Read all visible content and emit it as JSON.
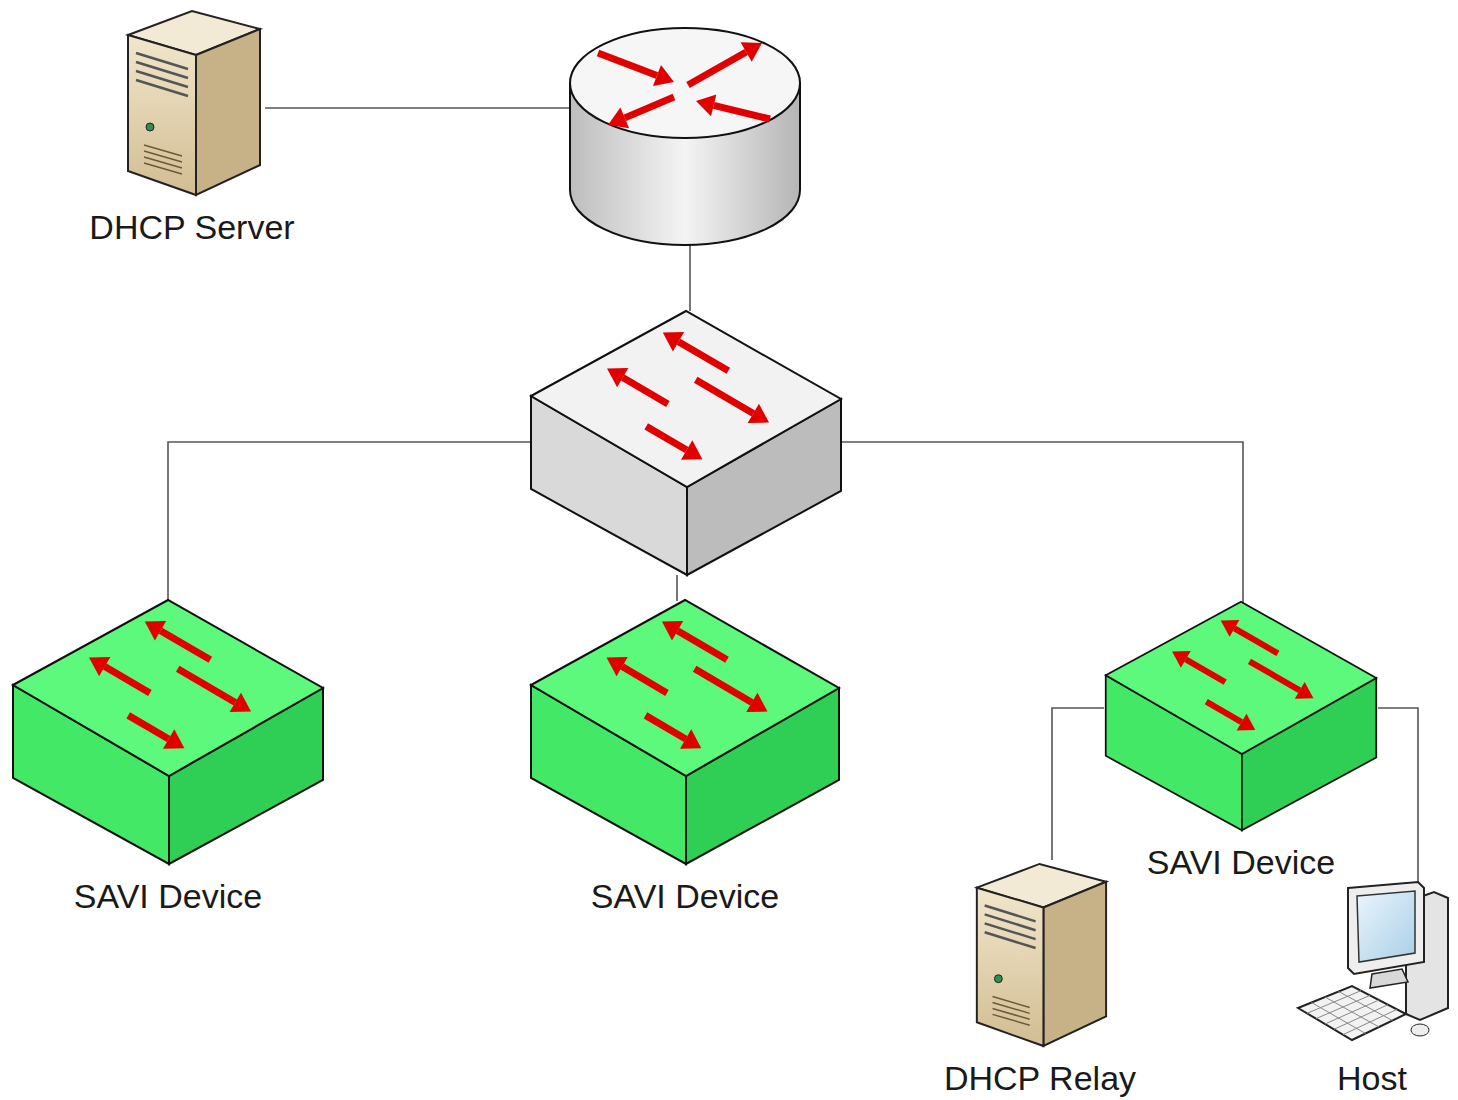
{
  "diagram": {
    "nodes": [
      {
        "text": [
          "DHCP Server"
        ]
      },
      {
        "text": [
          "SAVI Device"
        ]
      },
      {
        "text": [
          "SAVI Device"
        ]
      },
      {
        "text": [
          "SAVI Device"
        ]
      },
      {
        "text": [
          "DHCP Relay"
        ]
      },
      {
        "text": [
          "Host"
        ]
      }
    ],
    "edges": [
      {
        "from": 3,
        "to": 4,
        "arrow": "none"
      },
      {
        "from": 3,
        "to": 5,
        "arrow": "none"
      }
    ]
  }
}
